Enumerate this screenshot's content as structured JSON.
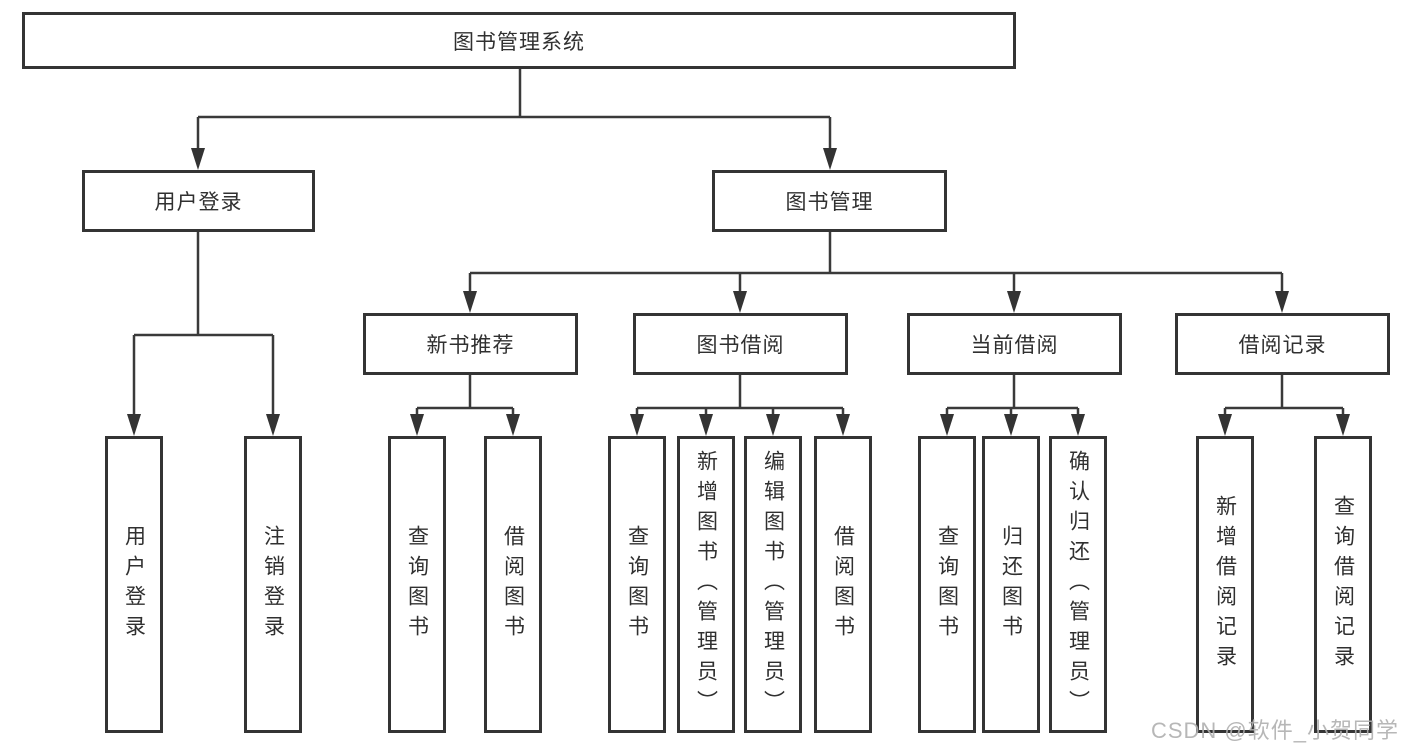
{
  "tree": {
    "label": "图书管理系统",
    "children": [
      {
        "label": "用户登录",
        "children": [
          {
            "label": "用户登录"
          },
          {
            "label": "注销登录"
          }
        ]
      },
      {
        "label": "图书管理",
        "children": [
          {
            "label": "新书推荐",
            "children": [
              {
                "label": "查询图书"
              },
              {
                "label": "借阅图书"
              }
            ]
          },
          {
            "label": "图书借阅",
            "children": [
              {
                "label": "查询图书"
              },
              {
                "label": "新增图书（管理员）"
              },
              {
                "label": "编辑图书（管理员）"
              },
              {
                "label": "借阅图书"
              }
            ]
          },
          {
            "label": "当前借阅",
            "children": [
              {
                "label": "查询图书"
              },
              {
                "label": "归还图书"
              },
              {
                "label": "确认归还（管理员）"
              }
            ]
          },
          {
            "label": "借阅记录",
            "children": [
              {
                "label": "新增借阅记录"
              },
              {
                "label": "查询借阅记录"
              }
            ]
          }
        ]
      }
    ]
  },
  "watermark": "CSDN @软件_小贺同学",
  "colors": {
    "line": "#3a3a3a",
    "box_border": "#343434",
    "text": "#303030",
    "watermark": "#afafaf",
    "background": "#ffffff"
  }
}
